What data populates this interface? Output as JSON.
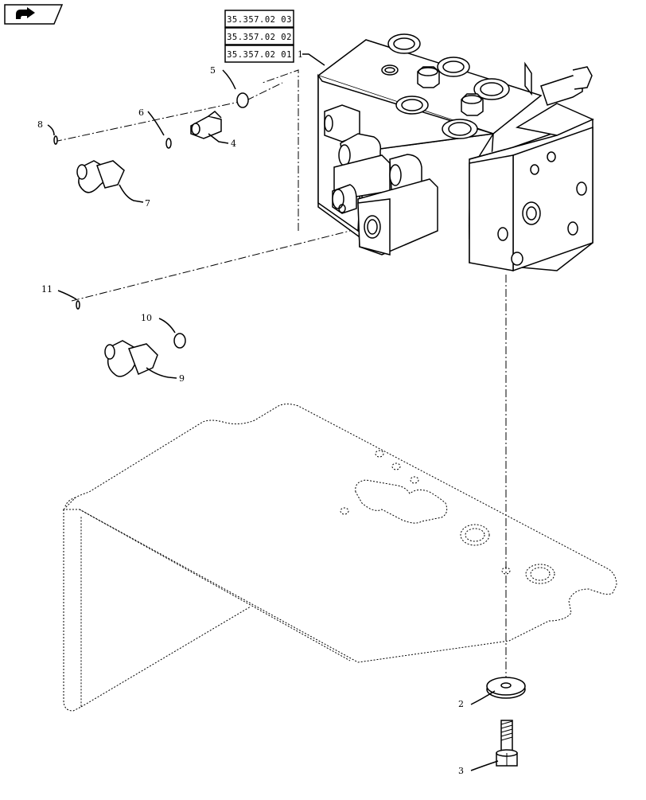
{
  "nav_icon": "return-arrow-icon",
  "references": [
    "35.357.02 03",
    "35.357.02 02",
    "35.357.02 01"
  ],
  "callouts": {
    "c1": "1",
    "c2": "2",
    "c3": "3",
    "c4": "4",
    "c5": "5",
    "c6": "6",
    "c7": "7",
    "c8": "8",
    "c9": "9",
    "c10": "10",
    "c11": "11"
  },
  "colors": {
    "line": "#000000",
    "background": "#ffffff"
  }
}
